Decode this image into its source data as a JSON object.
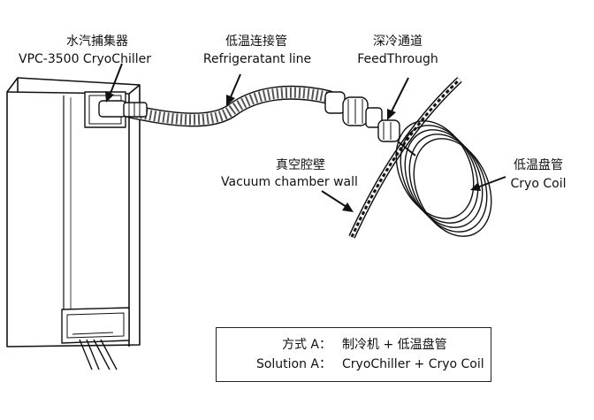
{
  "labels": {
    "chiller_cn": "水汽捕集器",
    "chiller_en": "VPC-3500 CryoChiller",
    "line_cn": "低温连接管",
    "line_en": "Refrigeratant line",
    "feed_cn": "深冷通道",
    "feed_en": "FeedThrough",
    "wall_cn": "真空腔壁",
    "wall_en": "Vacuum chamber wall",
    "coil_cn": "低温盘管",
    "coil_en": "Cryo Coil"
  },
  "legend": {
    "row1_key": "方式 A：",
    "row1_val": "制冷机 + 低温盘管",
    "row2_key": "Solution A：",
    "row2_val": "CryoChiller + Cryo Coil"
  },
  "colors": {
    "ink": "#111111",
    "background": "#ffffff"
  }
}
